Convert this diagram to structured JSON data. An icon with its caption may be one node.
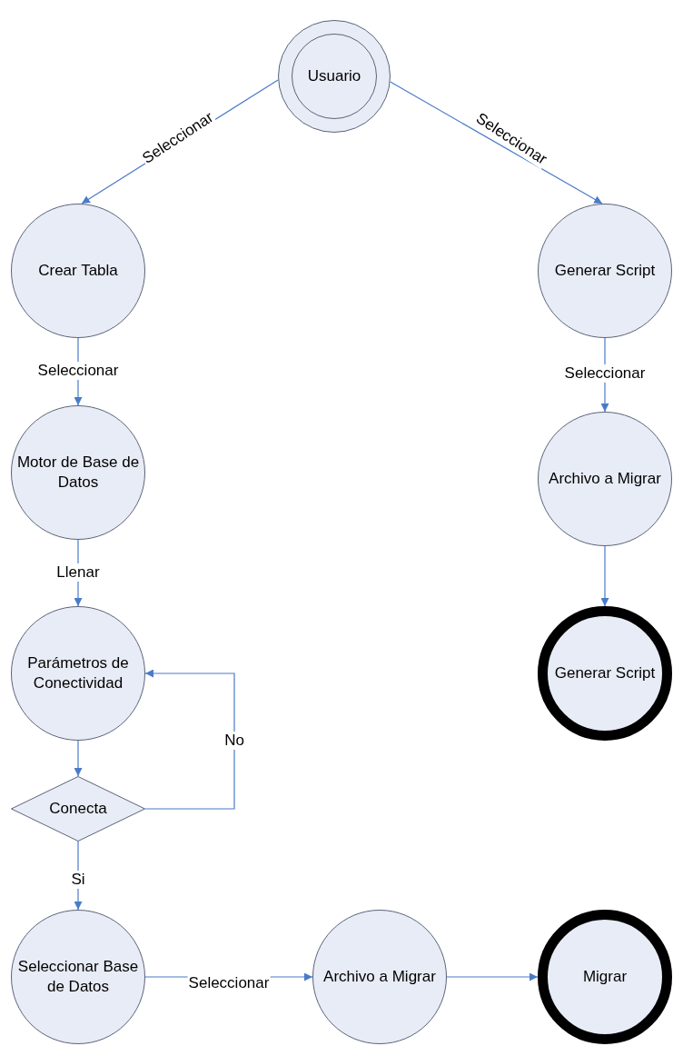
{
  "diagram": {
    "nodes": [
      {
        "text": [
          "Usuario"
        ]
      },
      {
        "text": [
          "Crear Tabla"
        ]
      },
      {
        "text": [
          "Generar Script"
        ]
      },
      {
        "text": [
          "Motor de Base de Datos"
        ]
      },
      {
        "text": [
          "Archivo a Migrar"
        ]
      },
      {
        "text": [
          "Parámetros de Conectividad"
        ]
      },
      {
        "text": [
          "Generar Script"
        ]
      },
      {
        "text": [
          "Conecta"
        ]
      },
      {
        "text": [
          "Seleccionar Base de Datos"
        ]
      },
      {
        "text": [
          "Archivo a Migrar"
        ]
      },
      {
        "text": [
          "Migrar"
        ]
      }
    ],
    "edges": [
      {
        "from": 0,
        "to": 1,
        "arrow": "to",
        "label": "Seleccionar"
      },
      {
        "from": 0,
        "to": 2,
        "arrow": "to",
        "label": "Seleccionar"
      },
      {
        "from": 1,
        "to": 3,
        "arrow": "to",
        "label": "Seleccionar"
      },
      {
        "from": 2,
        "to": 4,
        "arrow": "to",
        "label": "Seleccionar"
      },
      {
        "from": 3,
        "to": 5,
        "arrow": "to",
        "label": "Llenar"
      },
      {
        "from": 4,
        "to": 6,
        "arrow": "to"
      },
      {
        "from": 5,
        "to": 7,
        "arrow": "to"
      },
      {
        "from": 7,
        "to": 5,
        "arrow": "to",
        "label": "No"
      },
      {
        "from": 7,
        "to": 8,
        "arrow": "to",
        "label": "Si"
      },
      {
        "from": 8,
        "to": 9,
        "arrow": "to",
        "label": "Seleccionar"
      },
      {
        "from": 9,
        "to": 10,
        "arrow": "to"
      }
    ]
  }
}
